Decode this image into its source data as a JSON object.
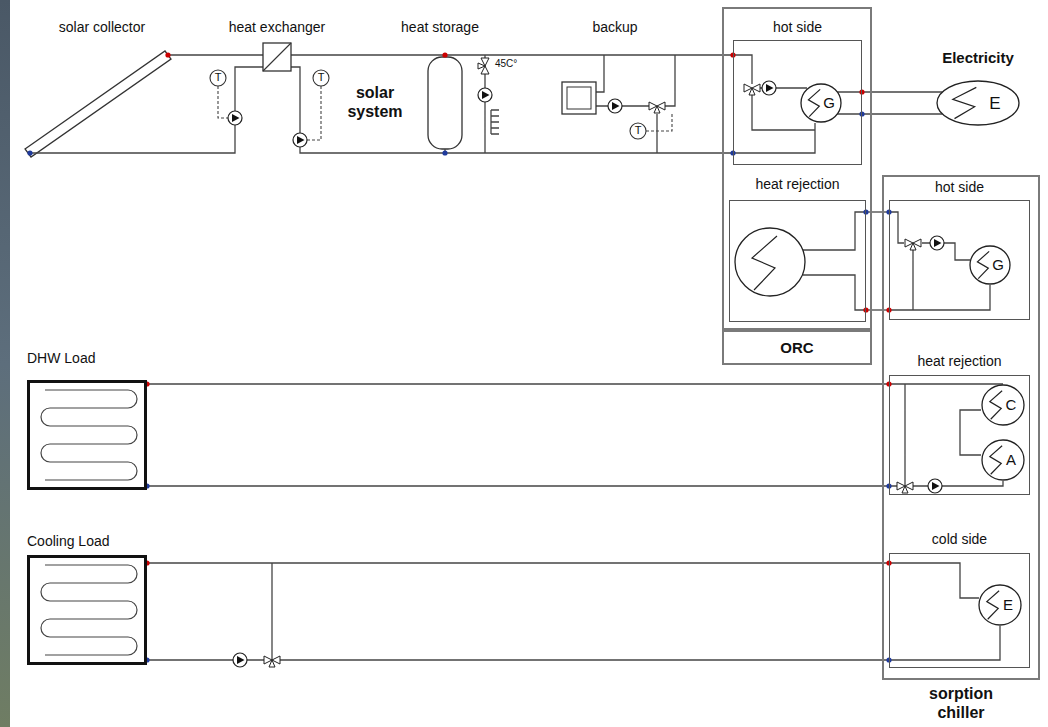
{
  "diagram": {
    "nodes": [
      {
        "text": [
          "ORC"
        ]
      },
      {
        "text": [
          "hot side"
        ],
        "in": 0
      },
      {
        "text": [
          "G"
        ],
        "in": 1
      },
      {
        "text": [
          "heat rejection"
        ],
        "in": 0
      },
      {
        "text": [
          "Electricity",
          "E"
        ]
      },
      {
        "text": [
          "sorption chiller"
        ]
      },
      {
        "text": [
          "hot side"
        ],
        "in": 5
      },
      {
        "text": [
          "G"
        ],
        "in": 6
      },
      {
        "text": [
          "heat rejection"
        ],
        "in": 5
      },
      {
        "text": [
          "C"
        ],
        "in": 8
      },
      {
        "text": [
          "A"
        ],
        "in": 8
      },
      {
        "text": [
          "cold side"
        ],
        "in": 5
      },
      {
        "text": [
          "E"
        ],
        "in": 11
      },
      {
        "text": [
          "DHW Load"
        ]
      },
      {
        "text": [
          "Cooling Load"
        ]
      }
    ],
    "edges": [
      {
        "from": 2,
        "to": 4,
        "arrow": "none"
      },
      {
        "from": 2,
        "to": 4,
        "arrow": "none"
      },
      {
        "from": 3,
        "to": 6,
        "arrow": "none"
      },
      {
        "from": 3,
        "to": 6,
        "arrow": "none"
      },
      {
        "from": 13,
        "to": 8,
        "arrow": "none"
      },
      {
        "from": 13,
        "to": 8,
        "arrow": "none"
      },
      {
        "from": 14,
        "to": 11,
        "arrow": "none"
      },
      {
        "from": 14,
        "to": 11,
        "arrow": "none"
      }
    ],
    "labels": [
      "solar collector",
      "heat exchanger",
      "heat storage",
      "backup",
      "T",
      "T",
      "45C°",
      "solar system",
      "T"
    ]
  }
}
